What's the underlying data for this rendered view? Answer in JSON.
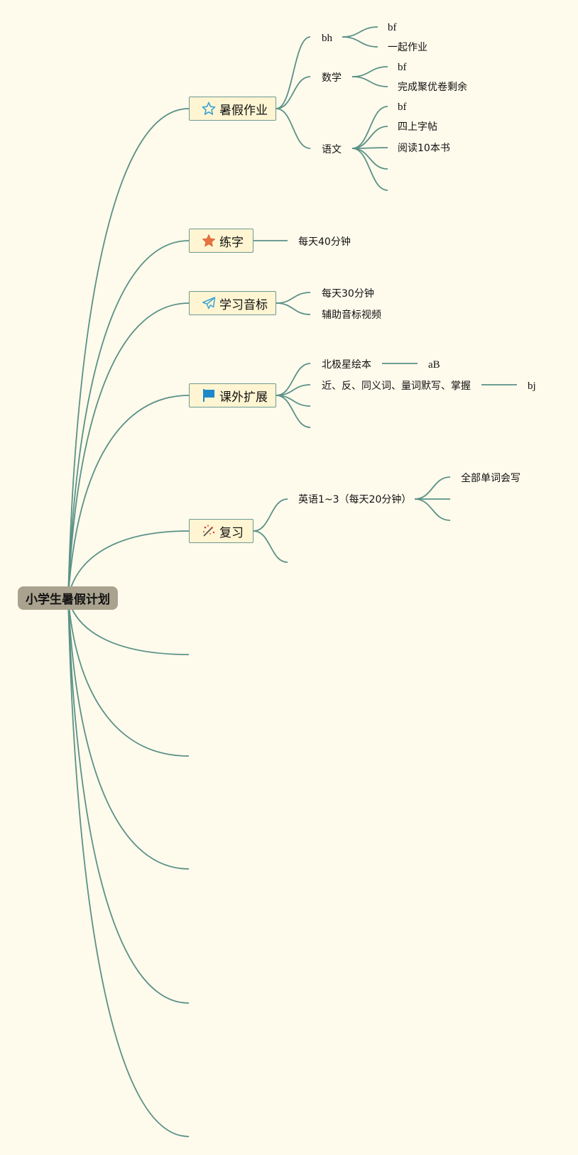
{
  "root": {
    "label": "小学生暑假计划"
  },
  "branches": {
    "summer_homework": {
      "label": "暑假作业",
      "icon": "star-outline-icon",
      "bh": {
        "label": "bh",
        "children": [
          "bf",
          "一起作业"
        ]
      },
      "math": {
        "label": "数学",
        "children": [
          "bf",
          "完成聚优卷剩余"
        ]
      },
      "chinese": {
        "label": "语文",
        "children": [
          "bf",
          "四上字帖",
          "阅读10本书"
        ]
      }
    },
    "calligraphy": {
      "label": "练字",
      "icon": "star-filled-icon",
      "children": [
        "每天40分钟"
      ]
    },
    "phonetics": {
      "label": "学习音标",
      "icon": "paper-plane-icon",
      "children": [
        "每天30分钟",
        "辅助音标视频"
      ]
    },
    "extracurricular": {
      "label": "课外扩展",
      "icon": "flag-icon",
      "polaris": {
        "label": "北极星绘本",
        "child": "aB"
      },
      "words": {
        "label": "近、反、同义词、量词默写、掌握",
        "child": "bj"
      }
    },
    "review": {
      "label": "复习",
      "icon": "magic-wand-icon",
      "english": {
        "label": "英语1~3（每天20分钟）",
        "children": [
          "全部单词会写"
        ]
      }
    }
  },
  "colors": {
    "line": "#5a9287",
    "background": "#fefaec",
    "root_fill": "#a9a28e",
    "topic_fill": "#fff5d2"
  }
}
